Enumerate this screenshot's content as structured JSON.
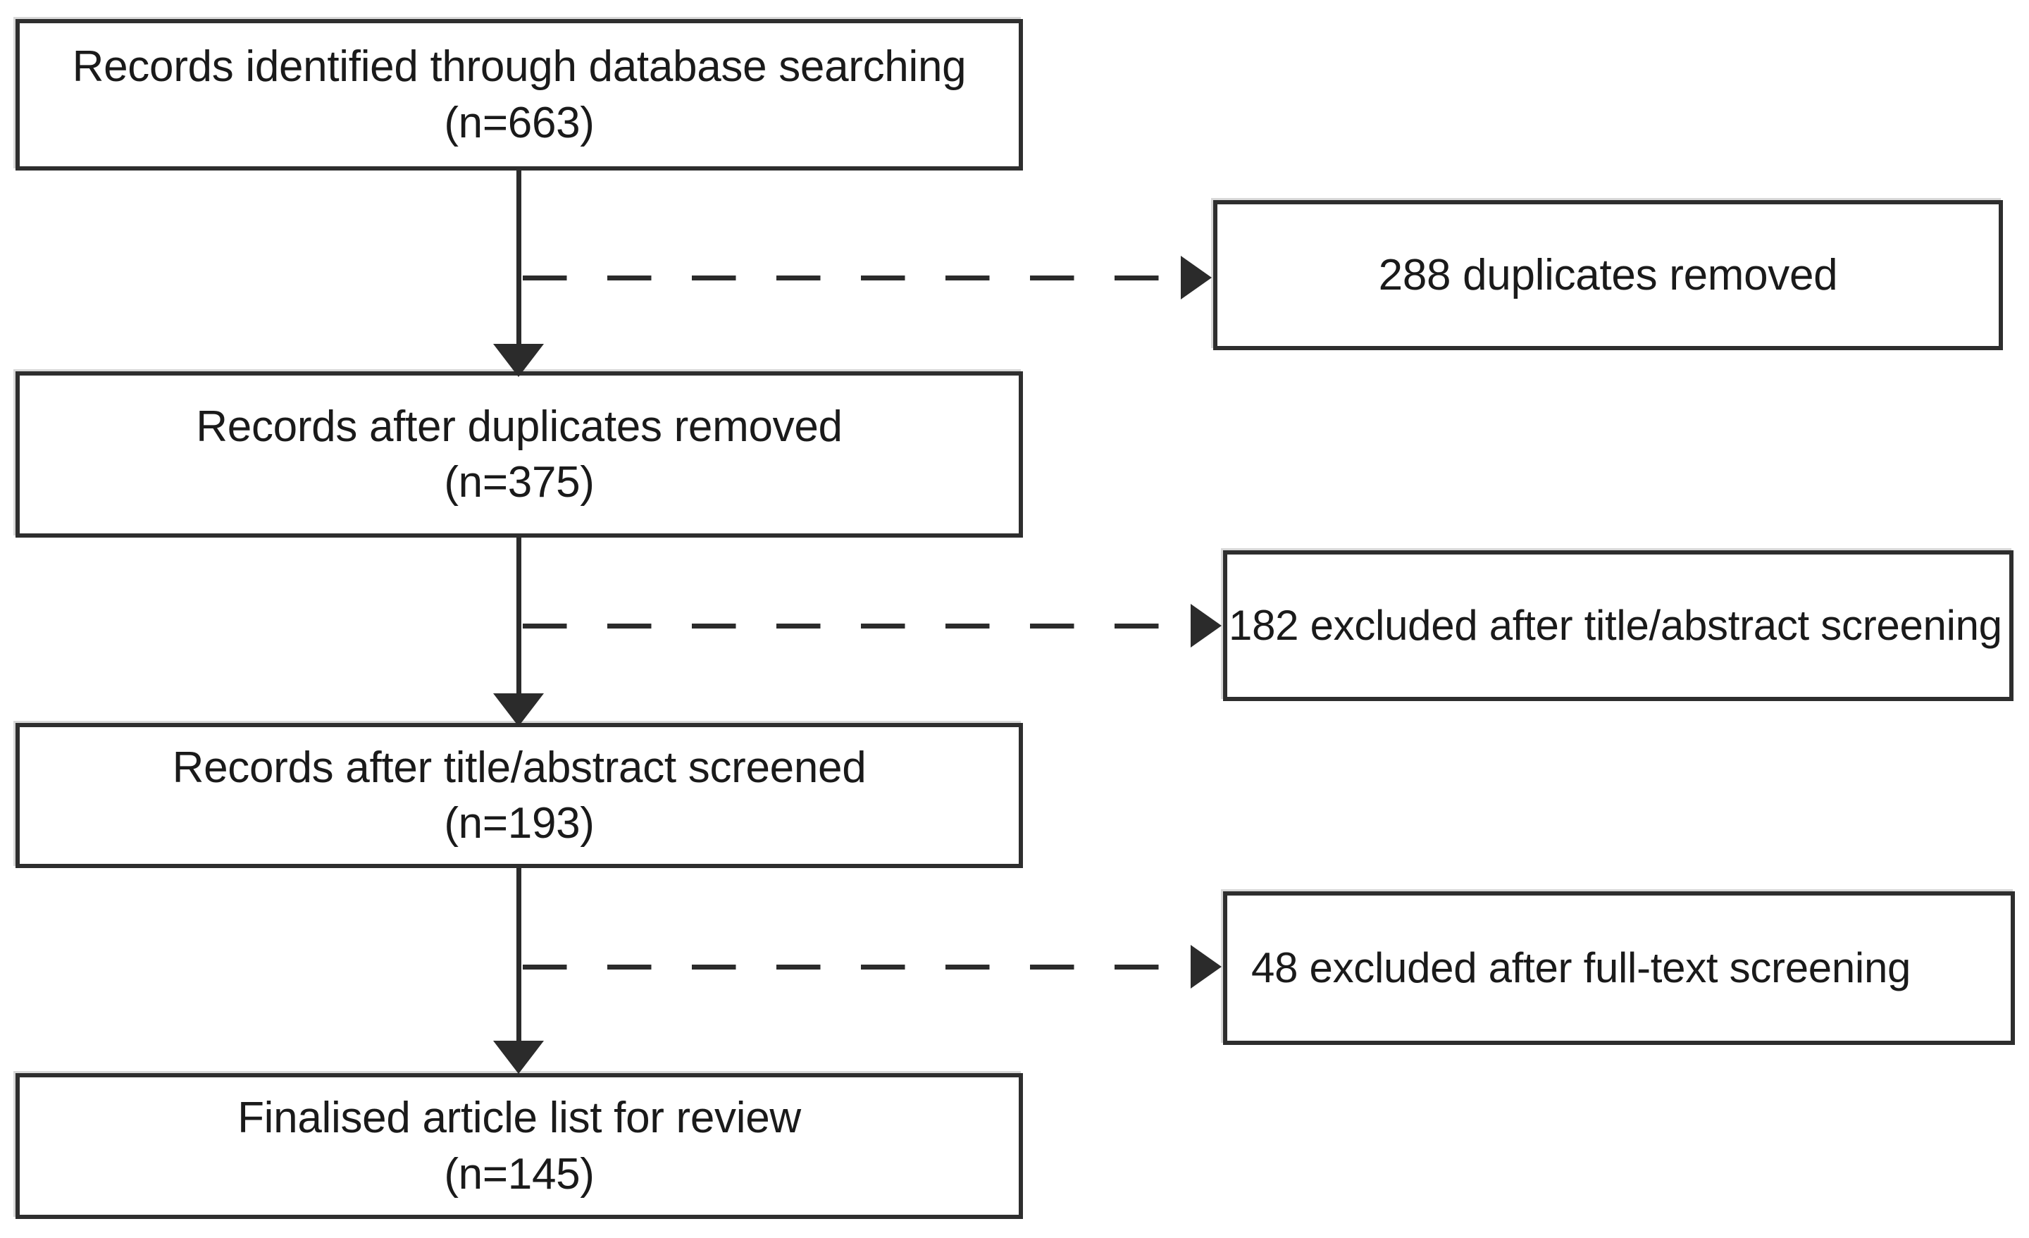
{
  "diagram": {
    "type": "prisma-flow-diagram",
    "orientation": "vertical-with-side-exclusions",
    "colors": {
      "box_border": "#2e2e2e",
      "connector": "#2b2b2b",
      "text": "#1a1a1a",
      "background": "#ffffff"
    },
    "main_stream": [
      {
        "id": "records-identified",
        "label": "Records identified through database searching",
        "count_label": "(n=663)",
        "n": 663,
        "text": "Records identified through database searching\n(n=663)"
      },
      {
        "id": "records-after-duplicates",
        "label": "Records after duplicates removed",
        "count_label": "(n=375)",
        "n": 375,
        "text": "Records after duplicates removed\n(n=375)"
      },
      {
        "id": "records-after-title-abstract",
        "label": "Records after title/abstract screened",
        "count_label": "(n=193)",
        "n": 193,
        "text": "Records after title/abstract screened\n(n=193)"
      },
      {
        "id": "finalised-article-list",
        "label": "Finalised article list for review",
        "count_label": "(n=145)",
        "n": 145,
        "text": "Finalised article list for review\n(n=145)"
      }
    ],
    "exclusions": [
      {
        "id": "duplicates-removed",
        "text": "288 duplicates removed",
        "n": 288,
        "reason": "duplicates removed"
      },
      {
        "id": "excluded-title-abstract",
        "text": "182 excluded after title/abstract screening",
        "n": 182,
        "reason": "excluded after title/abstract screening"
      },
      {
        "id": "excluded-full-text",
        "text": "48 excluded after full-text screening",
        "n": 48,
        "reason": "excluded after full-text screening"
      }
    ],
    "connectors": {
      "vertical_style": "solid-arrow-down",
      "exclusion_style": "dashed-arrow-right"
    }
  }
}
